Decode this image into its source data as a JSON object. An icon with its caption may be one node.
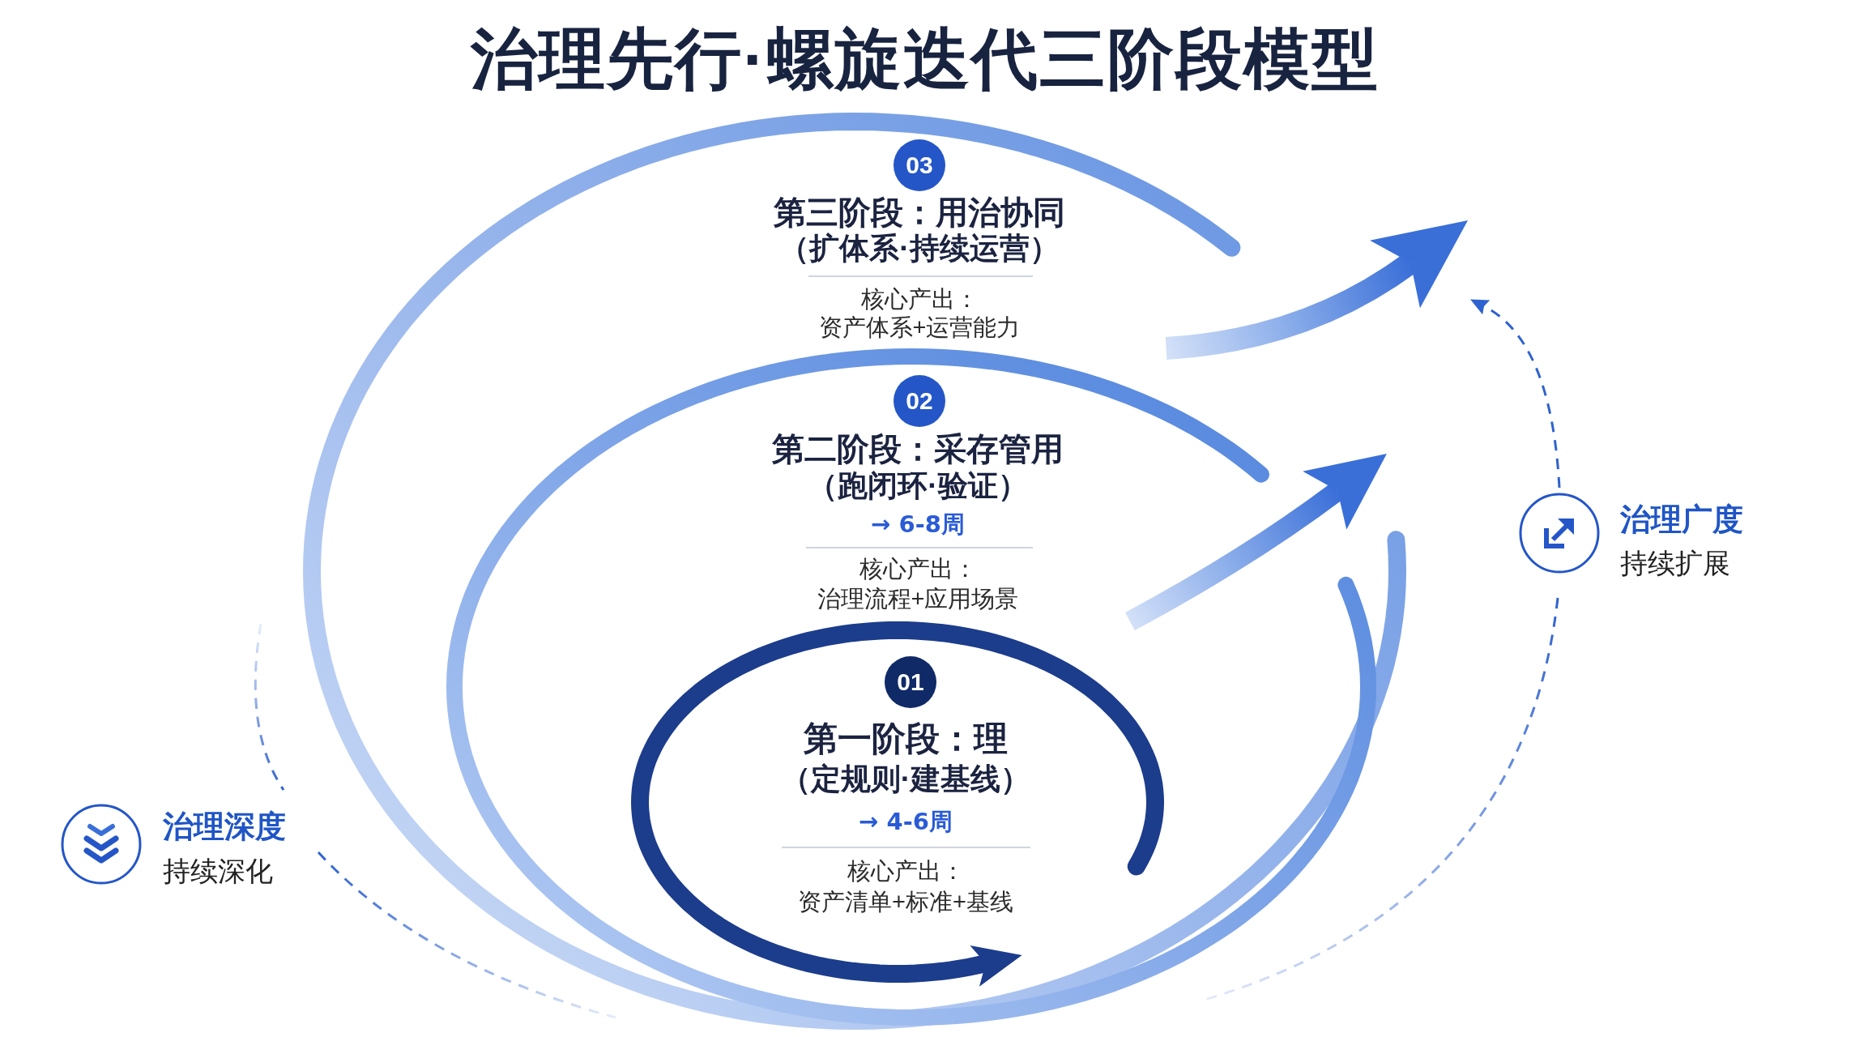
{
  "diagram": {
    "title": "治理先行·螺旋迭代三阶段模型",
    "nodes": [
      {
        "text": [
          "第三阶段：用治协同",
          "（扩体系·持续运营）",
          "核心产出：",
          "资产体系+运营能力"
        ]
      },
      {
        "text": [
          "03"
        ],
        "in": 0
      },
      {
        "text": [
          "第二阶段：采存管用",
          "（跑闭环·验证）",
          "→ 6-8周",
          "核心产出：",
          "治理流程+应用场景"
        ],
        "in": 0
      },
      {
        "text": [
          "02"
        ],
        "in": 2
      },
      {
        "text": [
          "第一阶段：理",
          "（定规则·建基线）",
          "→ 4-6周",
          "核心产出：",
          "资产清单+标准+基线"
        ],
        "in": 2
      },
      {
        "text": [
          "01"
        ],
        "in": 4
      }
    ],
    "edges": [
      {
        "from": 2,
        "to": null,
        "arrow": "to"
      },
      {
        "from": 4,
        "to": null,
        "arrow": "to"
      }
    ],
    "labels": [
      "治理广度",
      "持续扩展",
      "治理深度",
      "持续深化"
    ]
  }
}
